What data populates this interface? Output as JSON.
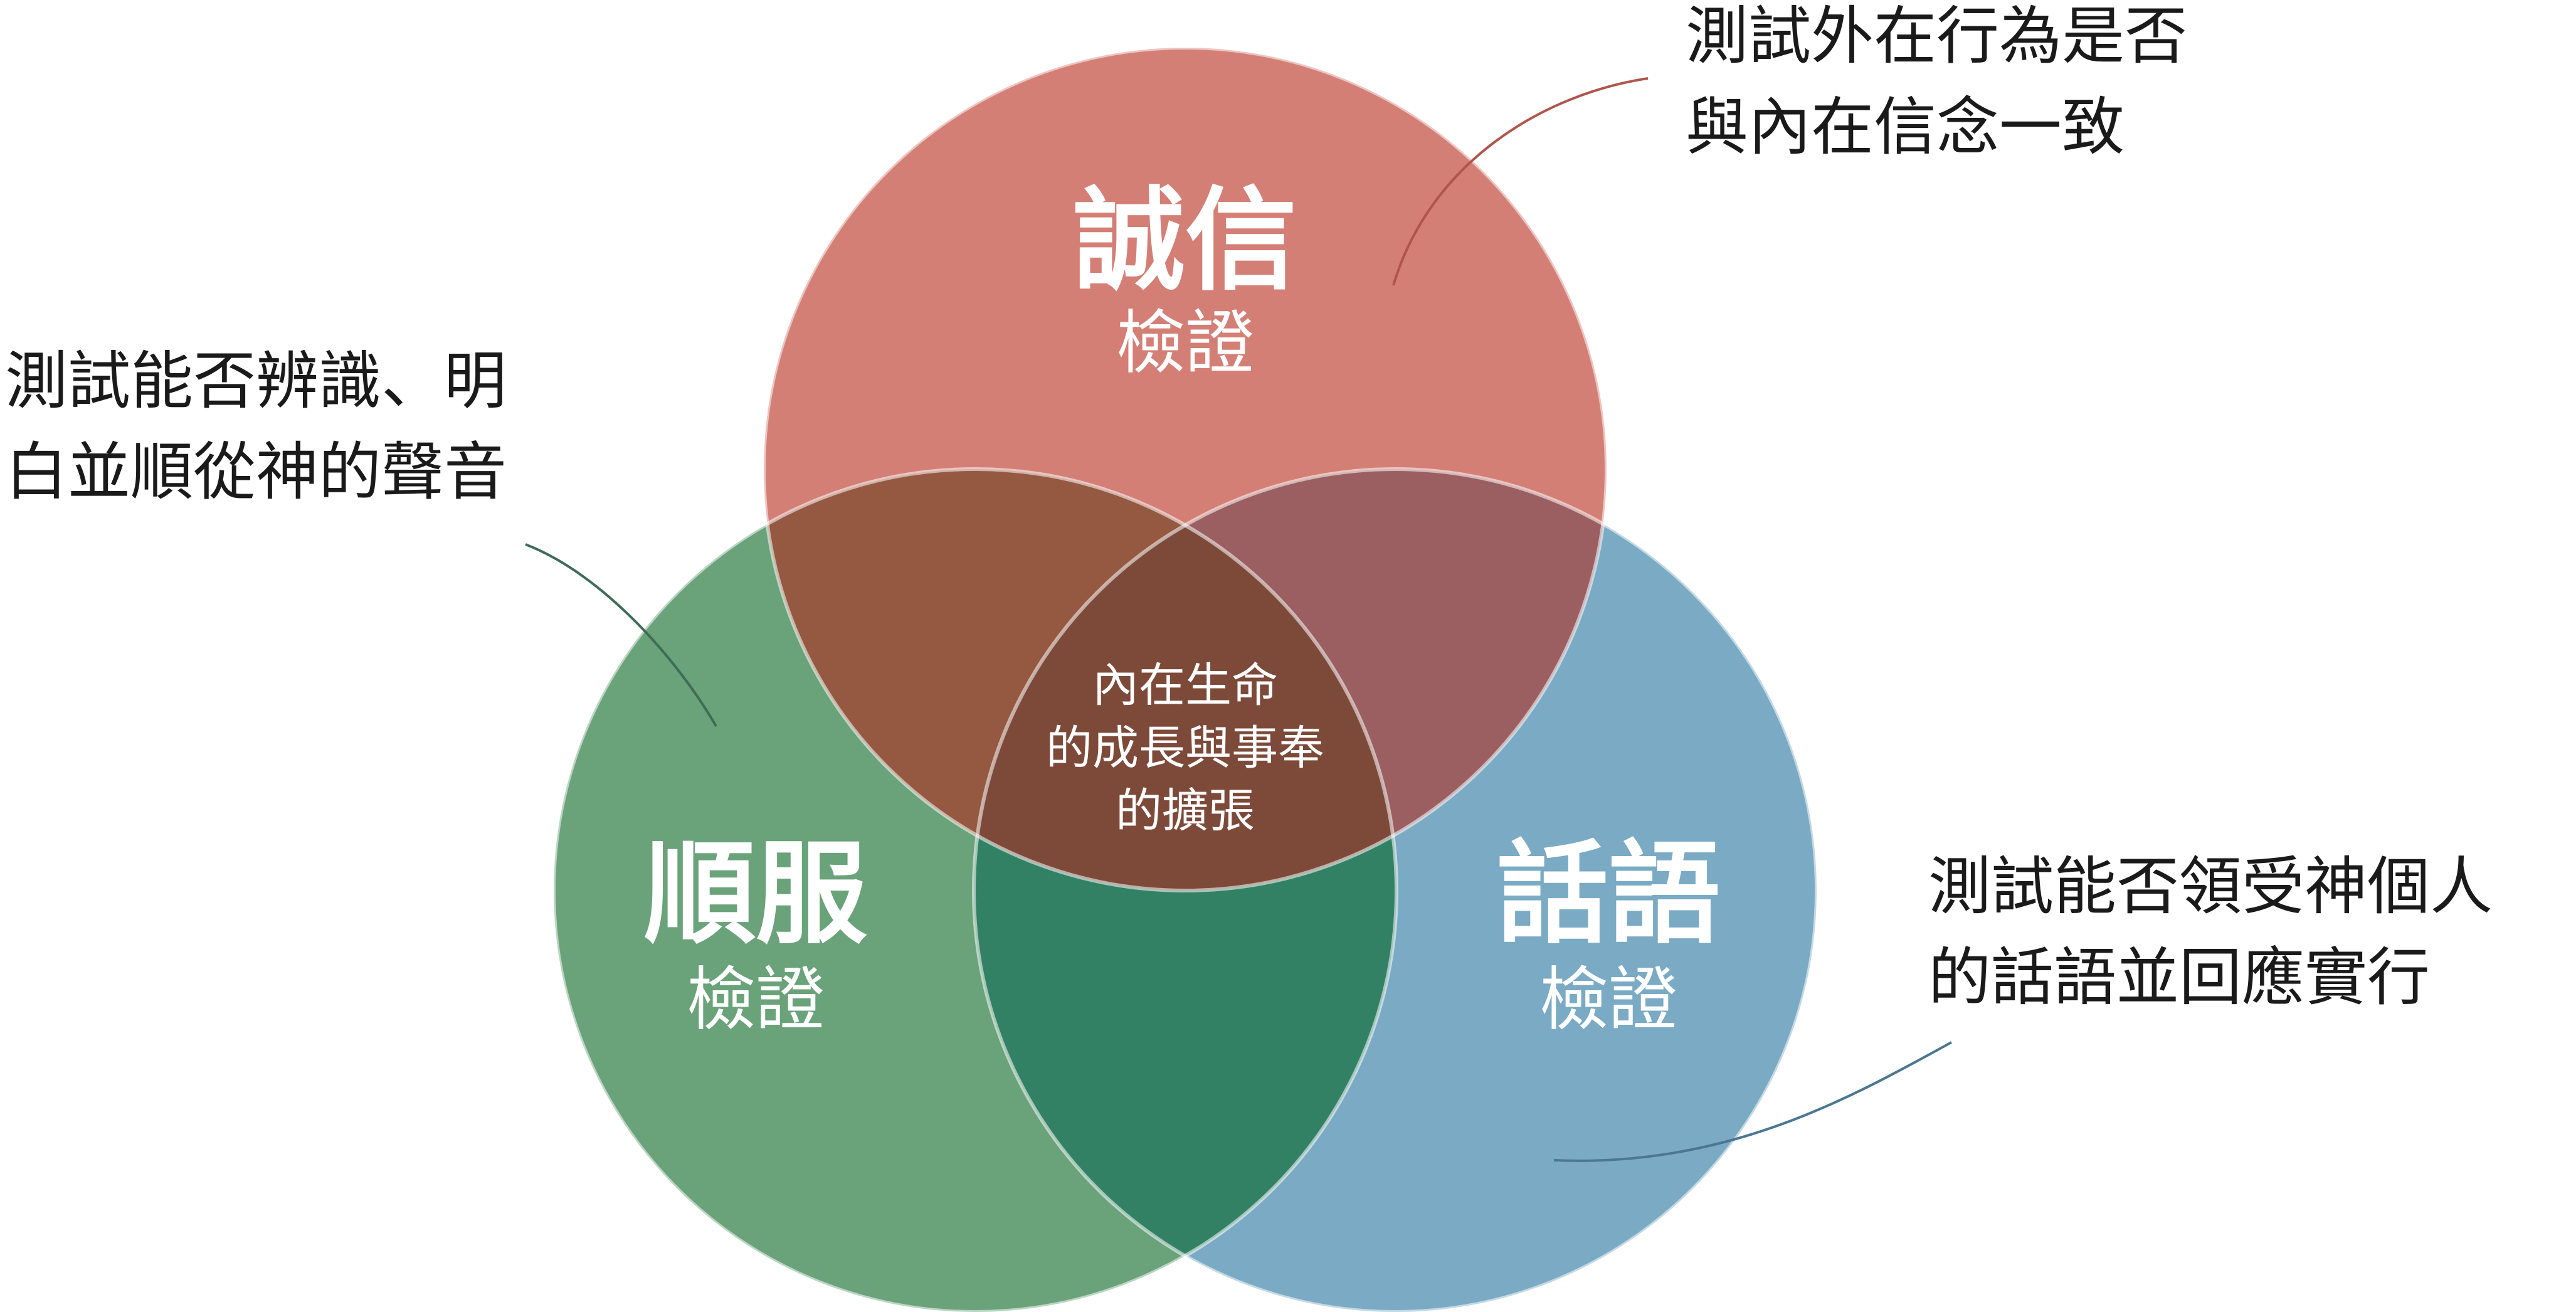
{
  "circles": {
    "integrity": {
      "title": "誠信",
      "subtitle": "檢證",
      "color": "#d47f76"
    },
    "obedience": {
      "title": "順服",
      "subtitle": "檢證",
      "color": "#6aa27a"
    },
    "word": {
      "title": "話語",
      "subtitle": "檢證",
      "color": "#7aaac4"
    }
  },
  "overlaps": {
    "integrity_obedience_color": "#955840",
    "integrity_word_color": "#9b5f62",
    "obedience_word_color": "#338164",
    "center_color": "#7d4a3a"
  },
  "center": {
    "lines": [
      "內在生命",
      "的成長與事奉",
      "的擴張"
    ]
  },
  "annotations": {
    "integrity": {
      "lines": [
        "測試外在行為是否",
        "與內在信念一致"
      ],
      "leader_color": "#b0554c"
    },
    "obedience": {
      "lines": [
        "測試能否辨識、明",
        "白並順從神的聲音"
      ],
      "leader_color": "#3f6b57"
    },
    "word": {
      "lines": [
        "測試能否領受神個人",
        "的話語並回應實行"
      ],
      "leader_color": "#4a7891"
    }
  }
}
